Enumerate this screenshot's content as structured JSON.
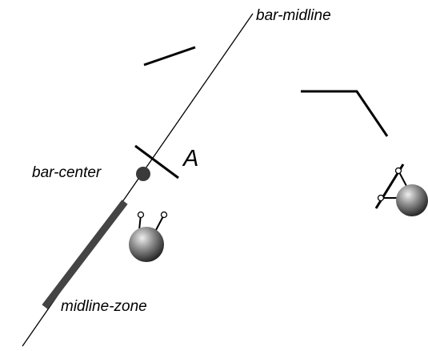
{
  "labels": {
    "bar_midline": "bar-midline",
    "bar_center": "bar-center",
    "marker_a": "A",
    "midline_zone": "midline-zone"
  },
  "colors": {
    "line": "#000000",
    "zone_bar": "#444444",
    "center_dot": "#3a3a3a",
    "sphere_light": "#eeeeee",
    "sphere_mid": "#8c8c8c",
    "sphere_dark": "#1e1e1e"
  }
}
